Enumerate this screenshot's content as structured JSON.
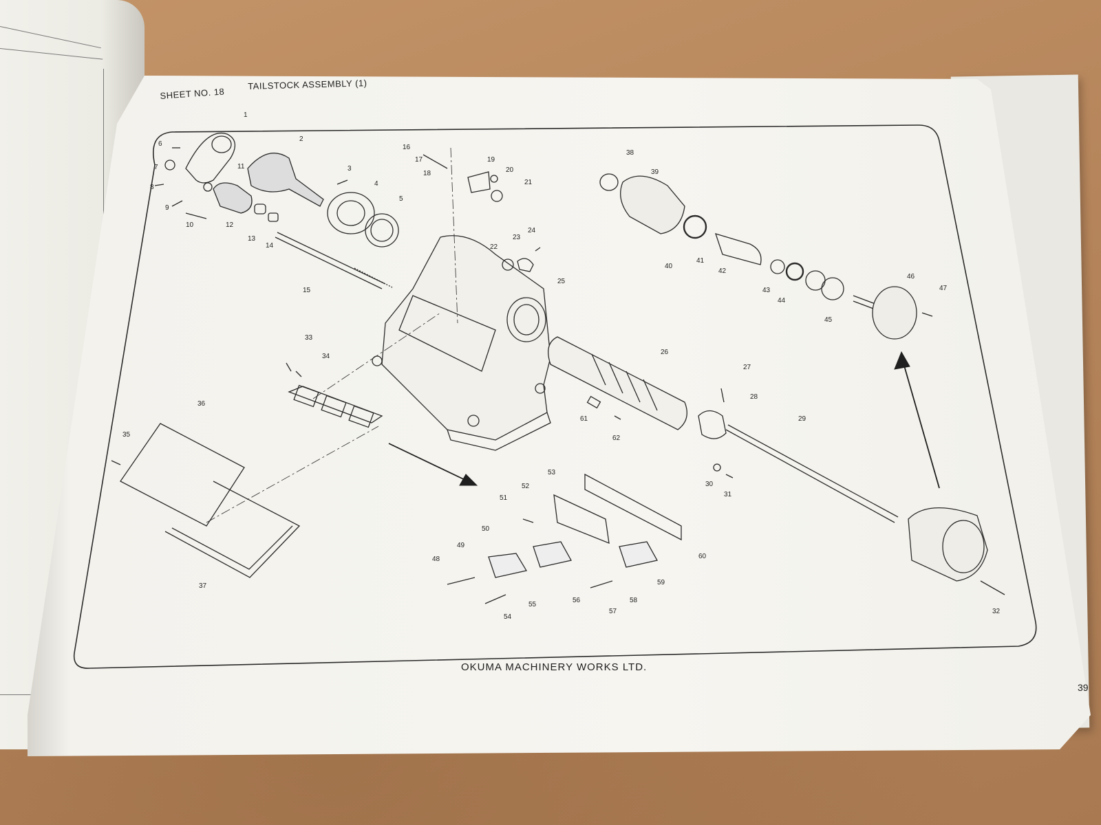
{
  "page": {
    "sheet_no": "SHEET NO. 18",
    "sheet_title": "TAILSTOCK ASSEMBLY (1)",
    "footer": "OKUMA MACHINERY WORKS LTD.",
    "page_number": "39"
  },
  "part_labels": [
    "1",
    "2",
    "3",
    "4",
    "5",
    "6",
    "7",
    "8",
    "9",
    "10",
    "11",
    "12",
    "13",
    "14",
    "15",
    "16",
    "17",
    "18",
    "19",
    "20",
    "21",
    "22",
    "23",
    "24",
    "25",
    "26",
    "27",
    "28",
    "29",
    "30",
    "31",
    "32",
    "33",
    "34",
    "35",
    "36",
    "37",
    "38",
    "39",
    "40",
    "41",
    "42",
    "43",
    "44",
    "45",
    "46",
    "47",
    "48",
    "49",
    "50",
    "51",
    "52",
    "53",
    "54",
    "55",
    "56",
    "57",
    "58",
    "59",
    "60",
    "61",
    "62"
  ],
  "colors": {
    "ink": "#222222",
    "paper": "#f6f5f0",
    "table": "#b9875c"
  }
}
